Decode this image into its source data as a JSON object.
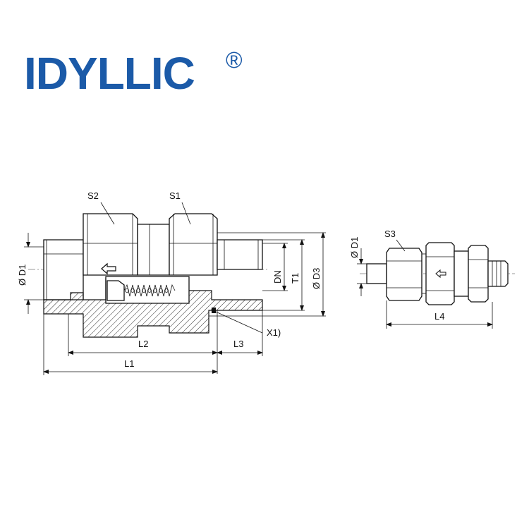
{
  "brand": {
    "name": "IDYLLIC",
    "registered_mark": "®",
    "color": "#1b5aa8"
  },
  "labels": {
    "s2": "S2",
    "s1": "S1",
    "s3": "S3",
    "d1_left": "Ø D1",
    "d1_right": "Ø D1",
    "dn": "DN",
    "t1": "T1",
    "d3": "Ø D3",
    "l1": "L1",
    "l2": "L2",
    "l3": "L3",
    "l4": "L4",
    "x1": "X1)"
  },
  "icons": {
    "flow_arrow": "hollow-left-arrow"
  }
}
